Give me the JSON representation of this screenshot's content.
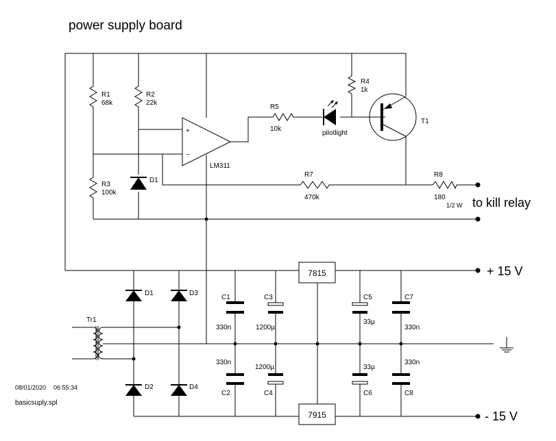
{
  "title": "power supply board",
  "footer": {
    "date": "08/01/2020",
    "time": "06:55:34",
    "file": "basicsuply.spl"
  },
  "components": {
    "R1": {
      "name": "R1",
      "value": "68k"
    },
    "R2": {
      "name": "R2",
      "value": "22k"
    },
    "R3": {
      "name": "R3",
      "value": "100k"
    },
    "R4": {
      "name": "R4",
      "value": "1k"
    },
    "R5": {
      "name": "R5",
      "value": "10k"
    },
    "R7": {
      "name": "R7",
      "value": "470k"
    },
    "R8": {
      "name": "R8",
      "value": "180",
      "rating": "1/2 W"
    },
    "ZD": {
      "name": "D1"
    },
    "IC": {
      "name": "LM311",
      "plus": "+",
      "minus": "−"
    },
    "LED": {
      "name": "pilotlight"
    },
    "T1": {
      "name": "T1"
    },
    "D1": {
      "name": "D1"
    },
    "D2": {
      "name": "D2"
    },
    "D3": {
      "name": "D3"
    },
    "D4": {
      "name": "D4"
    },
    "Tr1": {
      "name": "Tr1"
    },
    "C1": {
      "name": "C1",
      "value": "330n"
    },
    "C2": {
      "name": "C2",
      "value": "330n"
    },
    "C3": {
      "name": "C3",
      "value": "1200µ"
    },
    "C4": {
      "name": "C4",
      "value": "1200µ"
    },
    "C5": {
      "name": "C5",
      "value": "33µ"
    },
    "C6": {
      "name": "C6",
      "value": "33µ"
    },
    "C7": {
      "name": "C7",
      "value": "330n"
    },
    "C8": {
      "name": "C8",
      "value": "330n"
    },
    "REG1": {
      "name": "7815"
    },
    "REG2": {
      "name": "7915"
    }
  },
  "outputs": {
    "kill": "to kill relay",
    "pos": "+ 15 V",
    "neg": "- 15 V"
  }
}
